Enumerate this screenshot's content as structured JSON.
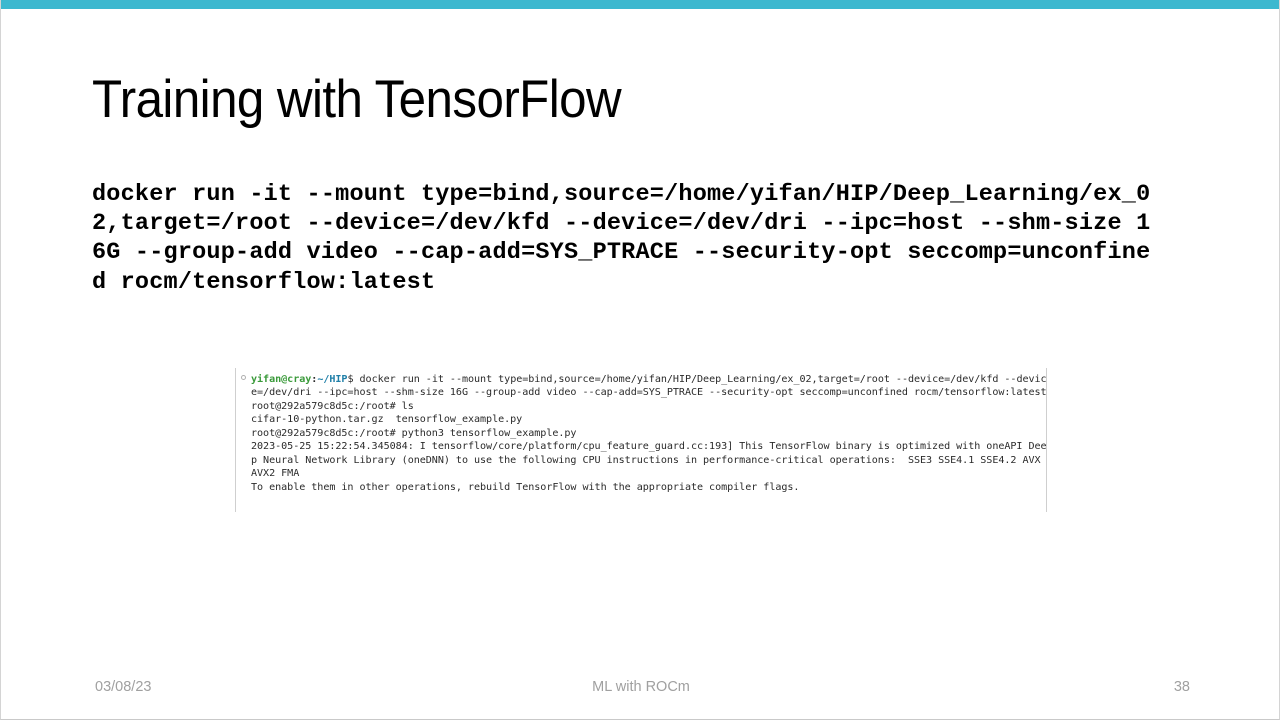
{
  "theme": {
    "accent_color": "#3cb8cf",
    "background_color": "#ffffff",
    "text_color": "#000000",
    "footer_color": "#a0a0a0",
    "prompt_user_color": "#3a9a3a",
    "prompt_path_color": "#1f7fa8"
  },
  "slide": {
    "title": "Training with TensorFlow",
    "command": "docker run -it --mount type=bind,source=/home/yifan/HIP/Deep_Learning/ex_02,target=/root --device=/dev/kfd --device=/dev/dri --ipc=host --shm-size 16G --group-add video --cap-add=SYS_PTRACE --security-opt seccomp=unconfined rocm/tensorflow:latest"
  },
  "terminal": {
    "prompt": {
      "user_host": "yifan@cray",
      "separator": ":",
      "path": "~/HIP",
      "symbol": "$ "
    },
    "command_line": "docker run -it --mount type=bind,source=/home/yifan/HIP/Deep_Learning/ex_02,target=/root --device=/dev/kfd --device=/dev/dri --ipc=host --shm-size 16G --group-add video --cap-add=SYS_PTRACE --security-opt seccomp=unconfined rocm/tensorflow:latest",
    "lines": [
      "root@292a579c8d5c:/root# ls",
      "cifar-10-python.tar.gz  tensorflow_example.py",
      "root@292a579c8d5c:/root# python3 tensorflow_example.py",
      "2023-05-25 15:22:54.345084: I tensorflow/core/platform/cpu_feature_guard.cc:193] This TensorFlow binary is optimized with oneAPI Deep Neural Network Library (oneDNN) to use the following CPU instructions in performance-critical operations:  SSE3 SSE4.1 SSE4.2 AVX AVX2 FMA",
      "To enable them in other operations, rebuild TensorFlow with the appropriate compiler flags."
    ]
  },
  "footer": {
    "date": "03/08/23",
    "center_text": "ML with ROCm",
    "page_number": "38"
  }
}
